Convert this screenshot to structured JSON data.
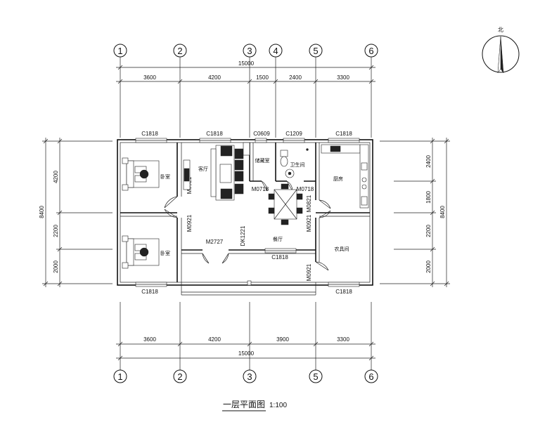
{
  "north": {
    "label": "北"
  },
  "axes": {
    "top": [
      "1",
      "2",
      "3",
      "4",
      "5",
      "6"
    ],
    "bottom": [
      "1",
      "2",
      "3",
      "5",
      "6"
    ]
  },
  "dimensions": {
    "top_total": "15000",
    "top_segments": [
      "3600",
      "4200",
      "1500",
      "2400",
      "3300"
    ],
    "bottom_total": "15000",
    "bottom_segments": [
      "3600",
      "4200",
      "3900",
      "3300"
    ],
    "left_total": "8400",
    "left_segments": [
      "4200",
      "2200",
      "2000"
    ],
    "right_total": "8400",
    "right_segments": [
      "2400",
      "1800",
      "2200",
      "2000"
    ]
  },
  "windows": {
    "top_1": "C1818",
    "top_2": "C1818",
    "top_3": "C0609",
    "top_4": "C1209",
    "top_5": "C1818",
    "bottom_1": "C1818",
    "bottom_2": "C1818",
    "inner_dining": "C1818"
  },
  "doors": {
    "m0921_a": "M0921",
    "m0921_b": "M0921",
    "m0921_c": "M0921",
    "m0921_d": "M0921",
    "m0718_a": "M0718",
    "m0718_b": "M0718",
    "m0821": "M0821",
    "m2727": "M2727",
    "dk1221": "DK1221"
  },
  "rooms": {
    "bedroom_1": "卧室",
    "bedroom_2": "卧室",
    "living": "客厅",
    "storage": "储藏室",
    "bath": "卫生间",
    "kitchen": "厨房",
    "dining": "餐厅",
    "farm_tools": "农具间"
  },
  "title": {
    "text": "一层平面图",
    "scale": "1:100"
  }
}
